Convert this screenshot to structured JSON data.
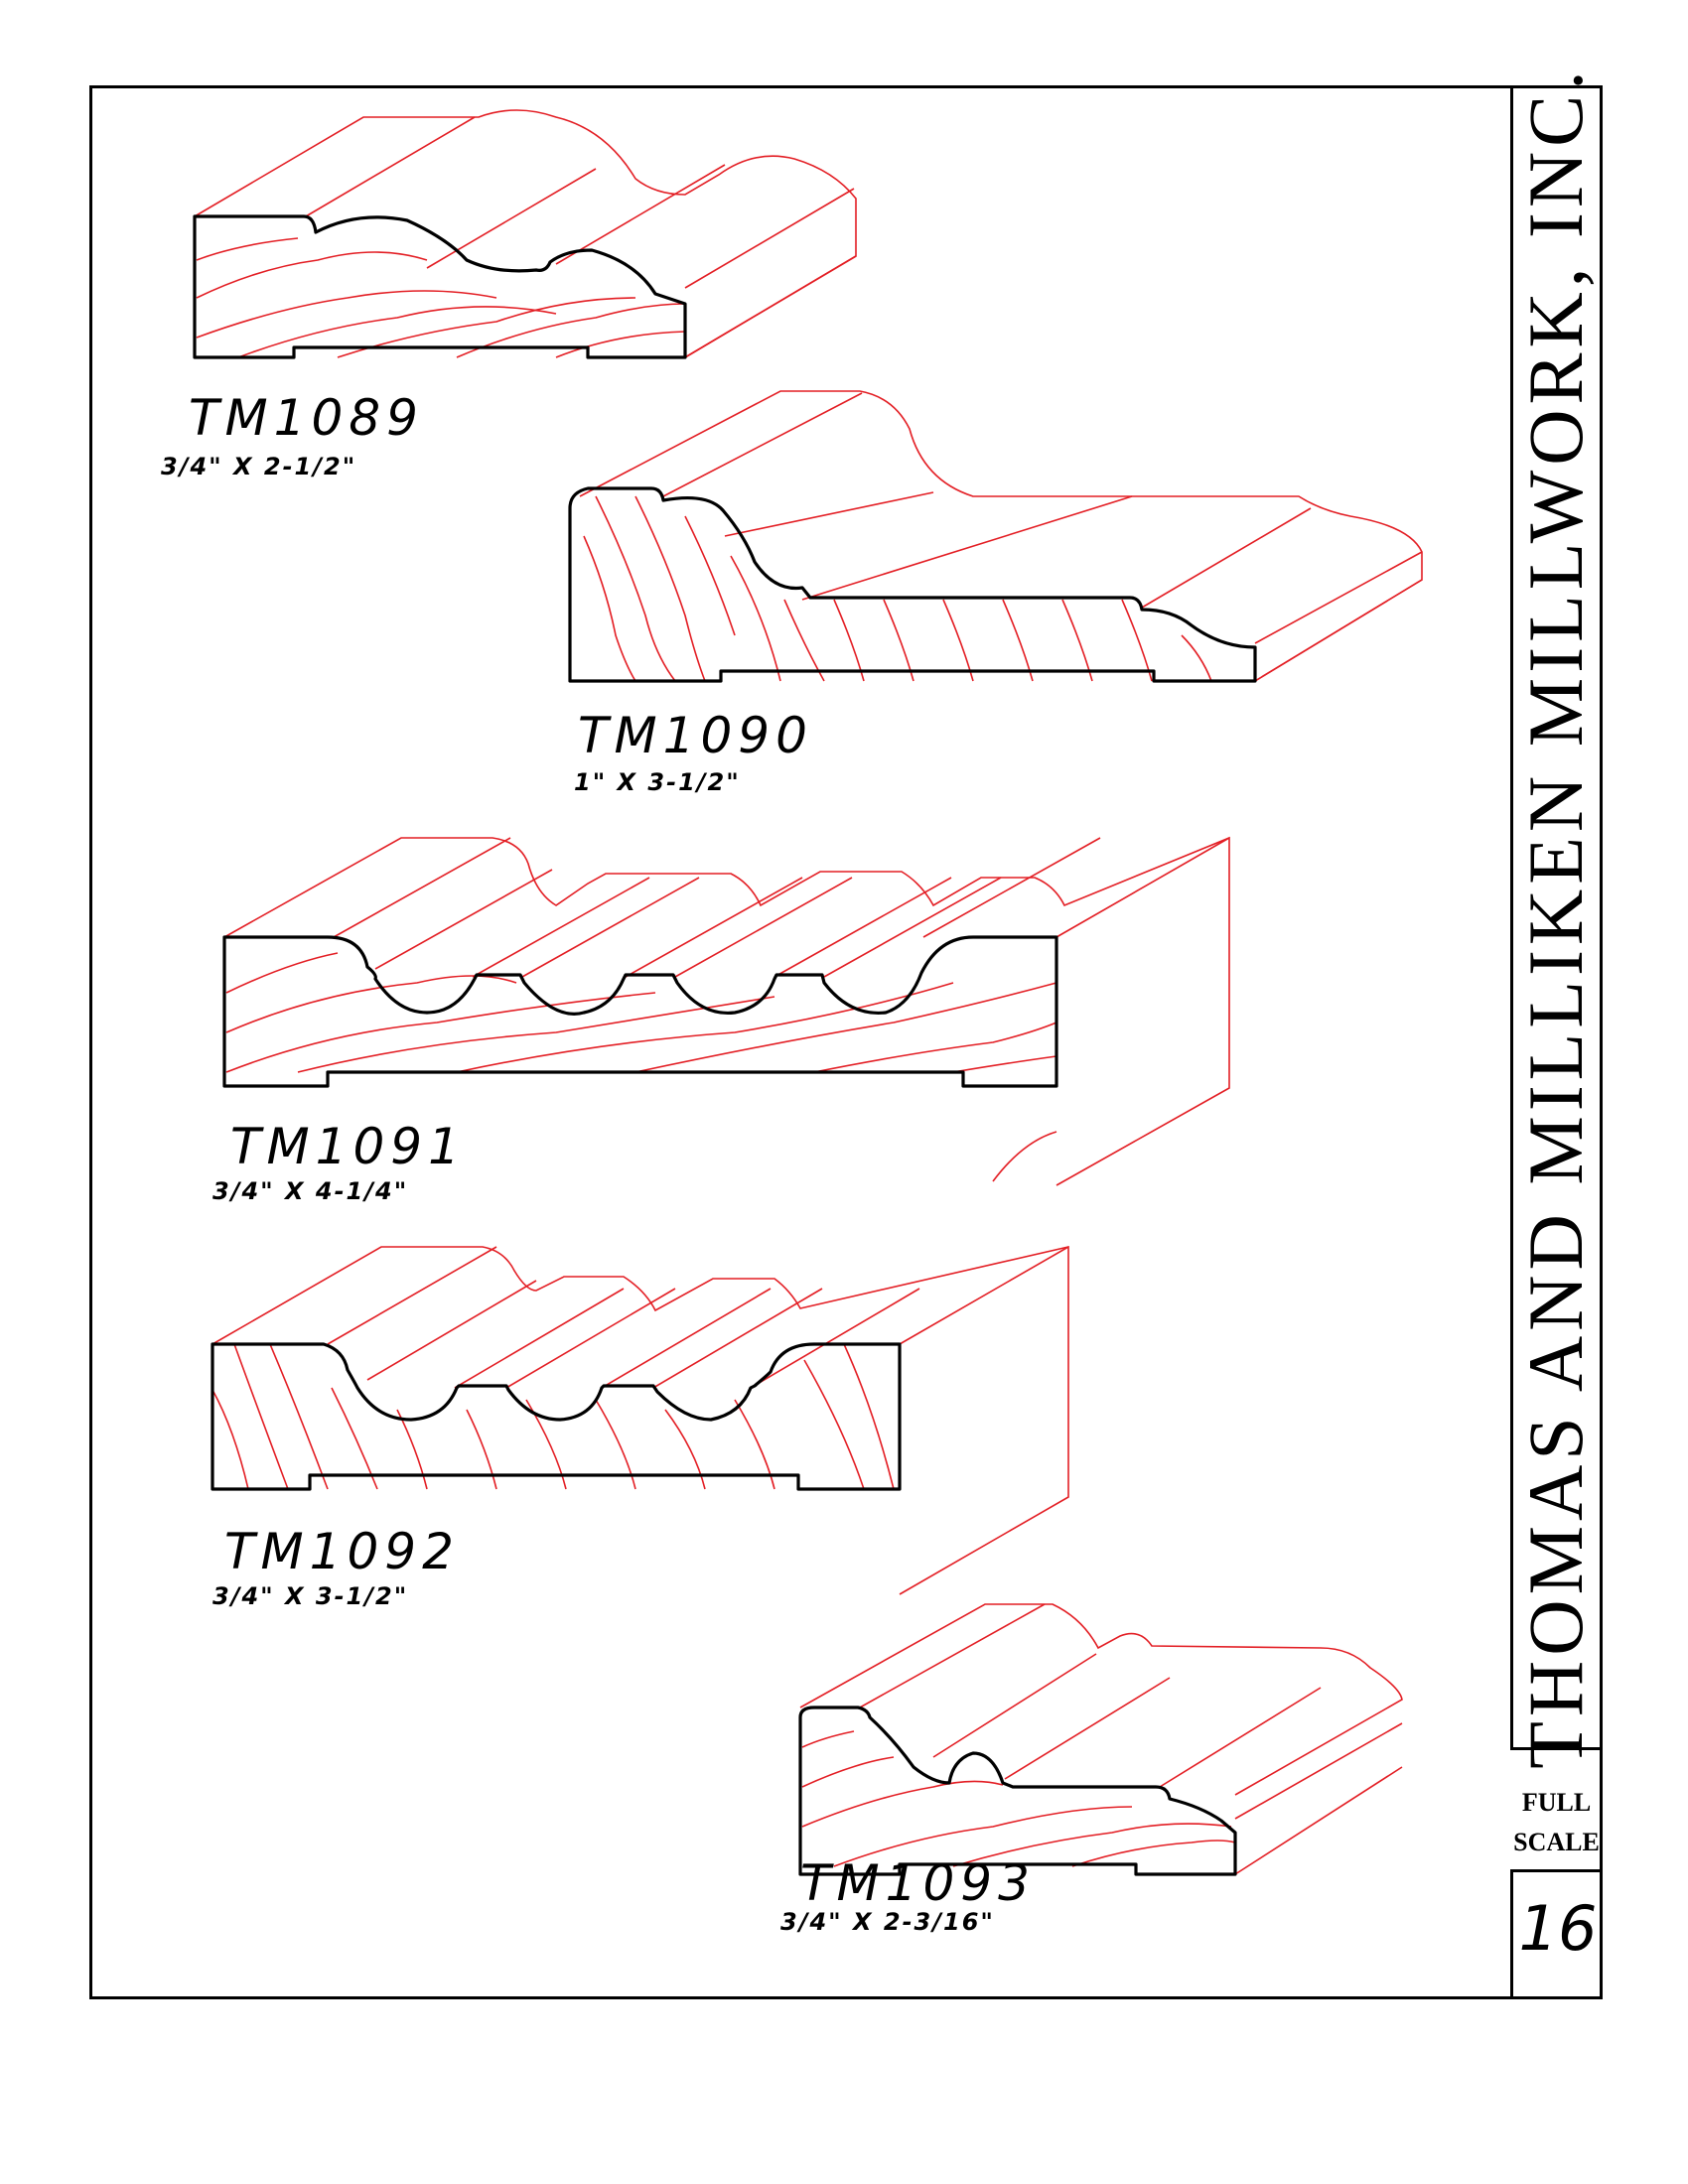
{
  "company_title": "THOMAS AND MILLIKEN MILLWORK, INC.",
  "scale_label_line1": "FULL",
  "scale_label_line2": "SCALE",
  "page_number": "16",
  "moldings": [
    {
      "code": "TM1089",
      "dimensions": "3/4\"  X  2-1/2\""
    },
    {
      "code": "TM1090",
      "dimensions": "1\"  X  3-1/2\""
    },
    {
      "code": "TM1091",
      "dimensions": "3/4\"  X  4-1/4\""
    },
    {
      "code": "TM1092",
      "dimensions": "3/4\"  X  3-1/2\""
    },
    {
      "code": "TM1093",
      "dimensions": "3/4\"  X  2-3/16\""
    }
  ],
  "colors": {
    "outline": "#000000",
    "grain": "#e31e24"
  }
}
